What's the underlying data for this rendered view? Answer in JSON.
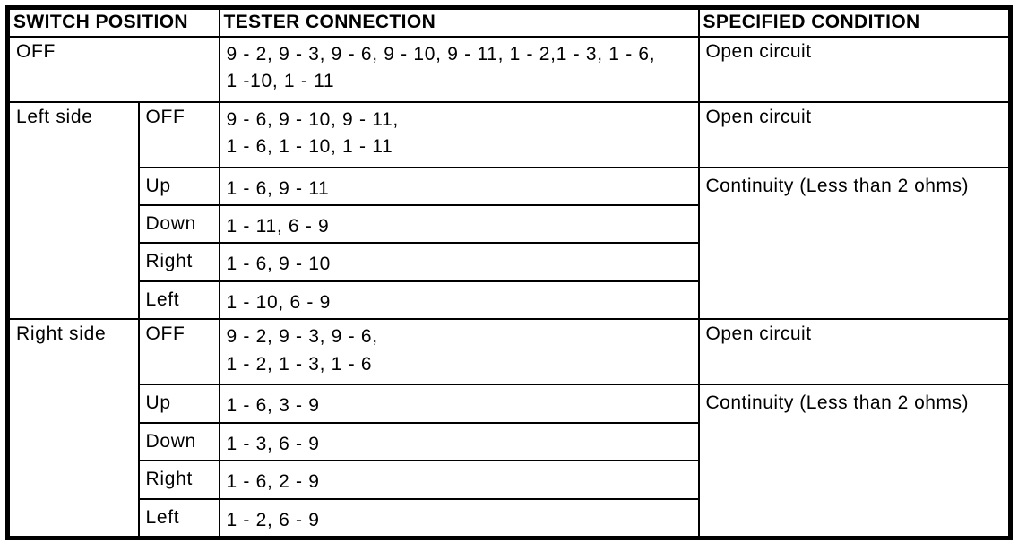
{
  "table": {
    "header": {
      "switch_position": "SWITCH POSITION",
      "tester_connection": "TESTER CONNECTION",
      "specified_condition": "SPECIFIED CONDITION"
    },
    "rows": [
      {
        "position": "OFF",
        "connection": "9 - 2, 9 - 3, 9 - 6, 9 - 10, 9 - 11, 1 - 2,1 - 3, 1 - 6,\n1 -10, 1 - 11",
        "condition": "Open circuit"
      },
      {
        "group": "Left side",
        "position": "OFF",
        "connection": "9 - 6, 9 - 10, 9 - 11,\n1 - 6, 1 - 10, 1 - 11",
        "condition": "Open circuit"
      },
      {
        "position": "Up",
        "connection": "1 - 6, 9 - 11",
        "condition": "Continuity (Less than 2 ohms)"
      },
      {
        "position": "Down",
        "connection": "1 - 11, 6 - 9"
      },
      {
        "position": "Right",
        "connection": "1 - 6, 9 - 10"
      },
      {
        "position": "Left",
        "connection": "1 - 10, 6 - 9"
      },
      {
        "group": "Right side",
        "position": "OFF",
        "connection": "9 - 2, 9 - 3, 9 - 6,\n1 - 2, 1 - 3, 1 - 6",
        "condition": "Open circuit"
      },
      {
        "position": "Up",
        "connection": "1 - 6, 3 - 9",
        "condition": "Continuity (Less than 2 ohms)"
      },
      {
        "position": "Down",
        "connection": "1 - 3, 6 - 9"
      },
      {
        "position": "Right",
        "connection": "1 - 6, 2 - 9"
      },
      {
        "position": "Left",
        "connection": "1 - 2, 6 - 9"
      }
    ]
  }
}
